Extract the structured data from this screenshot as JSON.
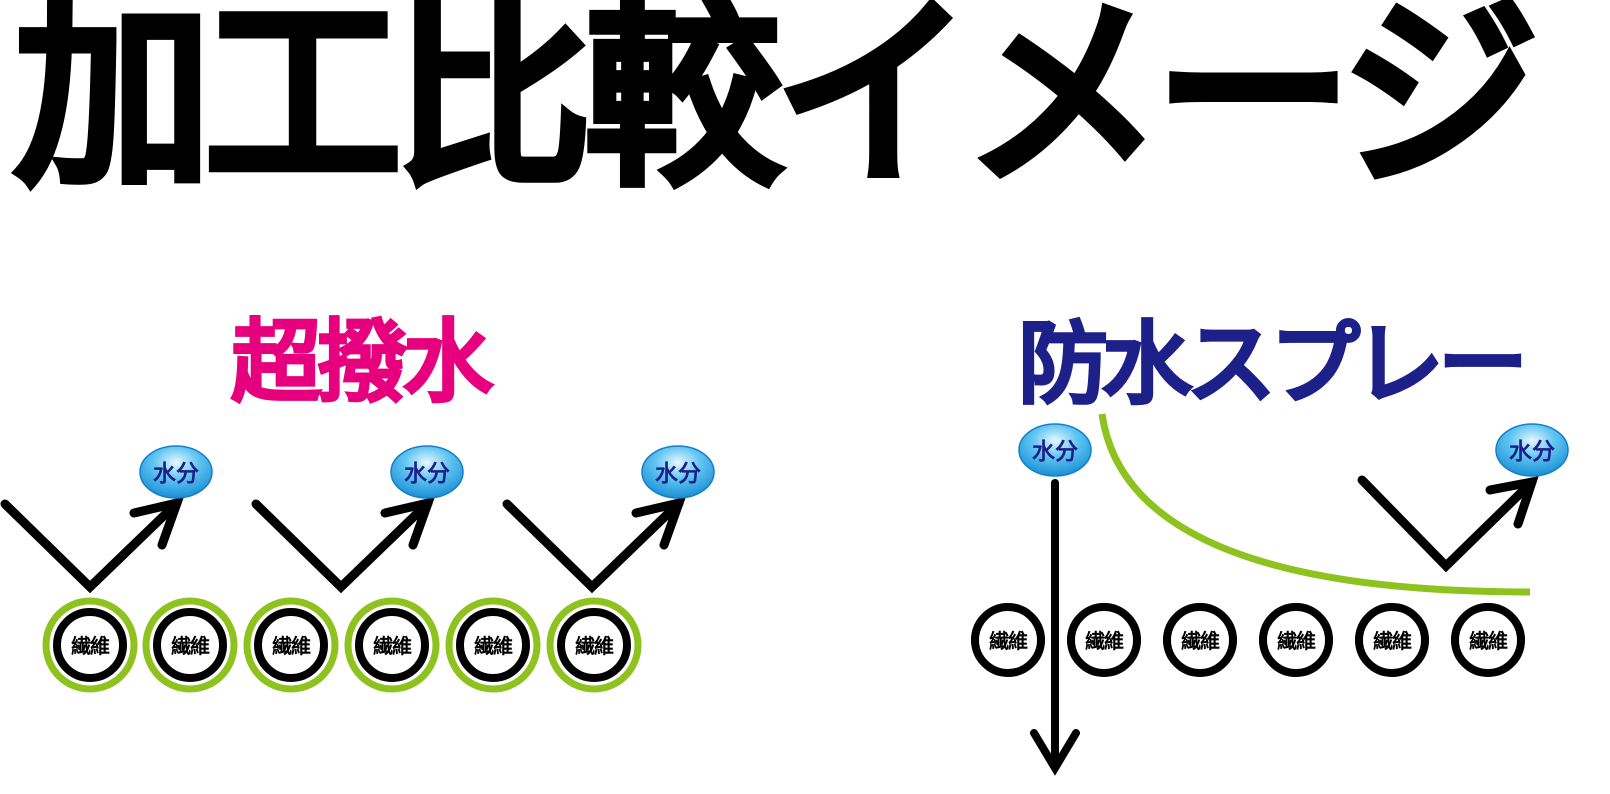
{
  "title": "加工比較イメージ",
  "left_panel": {
    "heading": "超撥水",
    "heading_color": "#e6007e",
    "drop_label": "水分",
    "fiber_label": "繊維",
    "ring_color": "#8dc21f"
  },
  "right_panel": {
    "heading": "防水スプレー",
    "heading_color": "#1d2088",
    "drop_label": "水分",
    "fiber_label": "繊維",
    "coating_color": "#8dc21f"
  }
}
